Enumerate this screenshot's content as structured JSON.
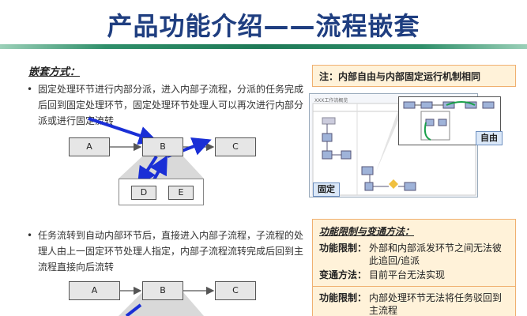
{
  "title": "产品功能介绍——流程嵌套",
  "section_heading": "嵌套方式：",
  "bullets": [
    {
      "dot": "•",
      "text": "固定处理环节进行内部分派，进入内部子流程，分派的任务完成后回到固定处理环节，固定处理环节处理人可以再次进行内部分派或进行固定流转"
    },
    {
      "dot": "•",
      "text": "任务流转到自动内部环节后，直接进入内部子流程，子流程的处理人由上一固定环节处理人指定，内部子流程流转完成后回到主流程直接向后流转"
    }
  ],
  "diagram1": {
    "a": "A",
    "b": "B",
    "c": "C",
    "d": "D",
    "e": "E"
  },
  "diagram2": {
    "a": "A",
    "b": "B",
    "c": "C"
  },
  "note_top": "注：内部自由与内部固定运行机制相同",
  "tags": {
    "fixed": "固定",
    "free": "自由"
  },
  "screenshot_title": "XXX工作流概览",
  "limits": {
    "heading": "功能限制与变通方法：",
    "rows": [
      {
        "label": "功能限制：",
        "value": "外部和内部派发环节之间无法彼此追回/追派"
      },
      {
        "label": "变通方法：",
        "value": "目前平台无法实现"
      }
    ],
    "rows2": [
      {
        "label": "功能限制：",
        "value": "内部处理环节无法将任务驳回到主流程"
      }
    ]
  }
}
